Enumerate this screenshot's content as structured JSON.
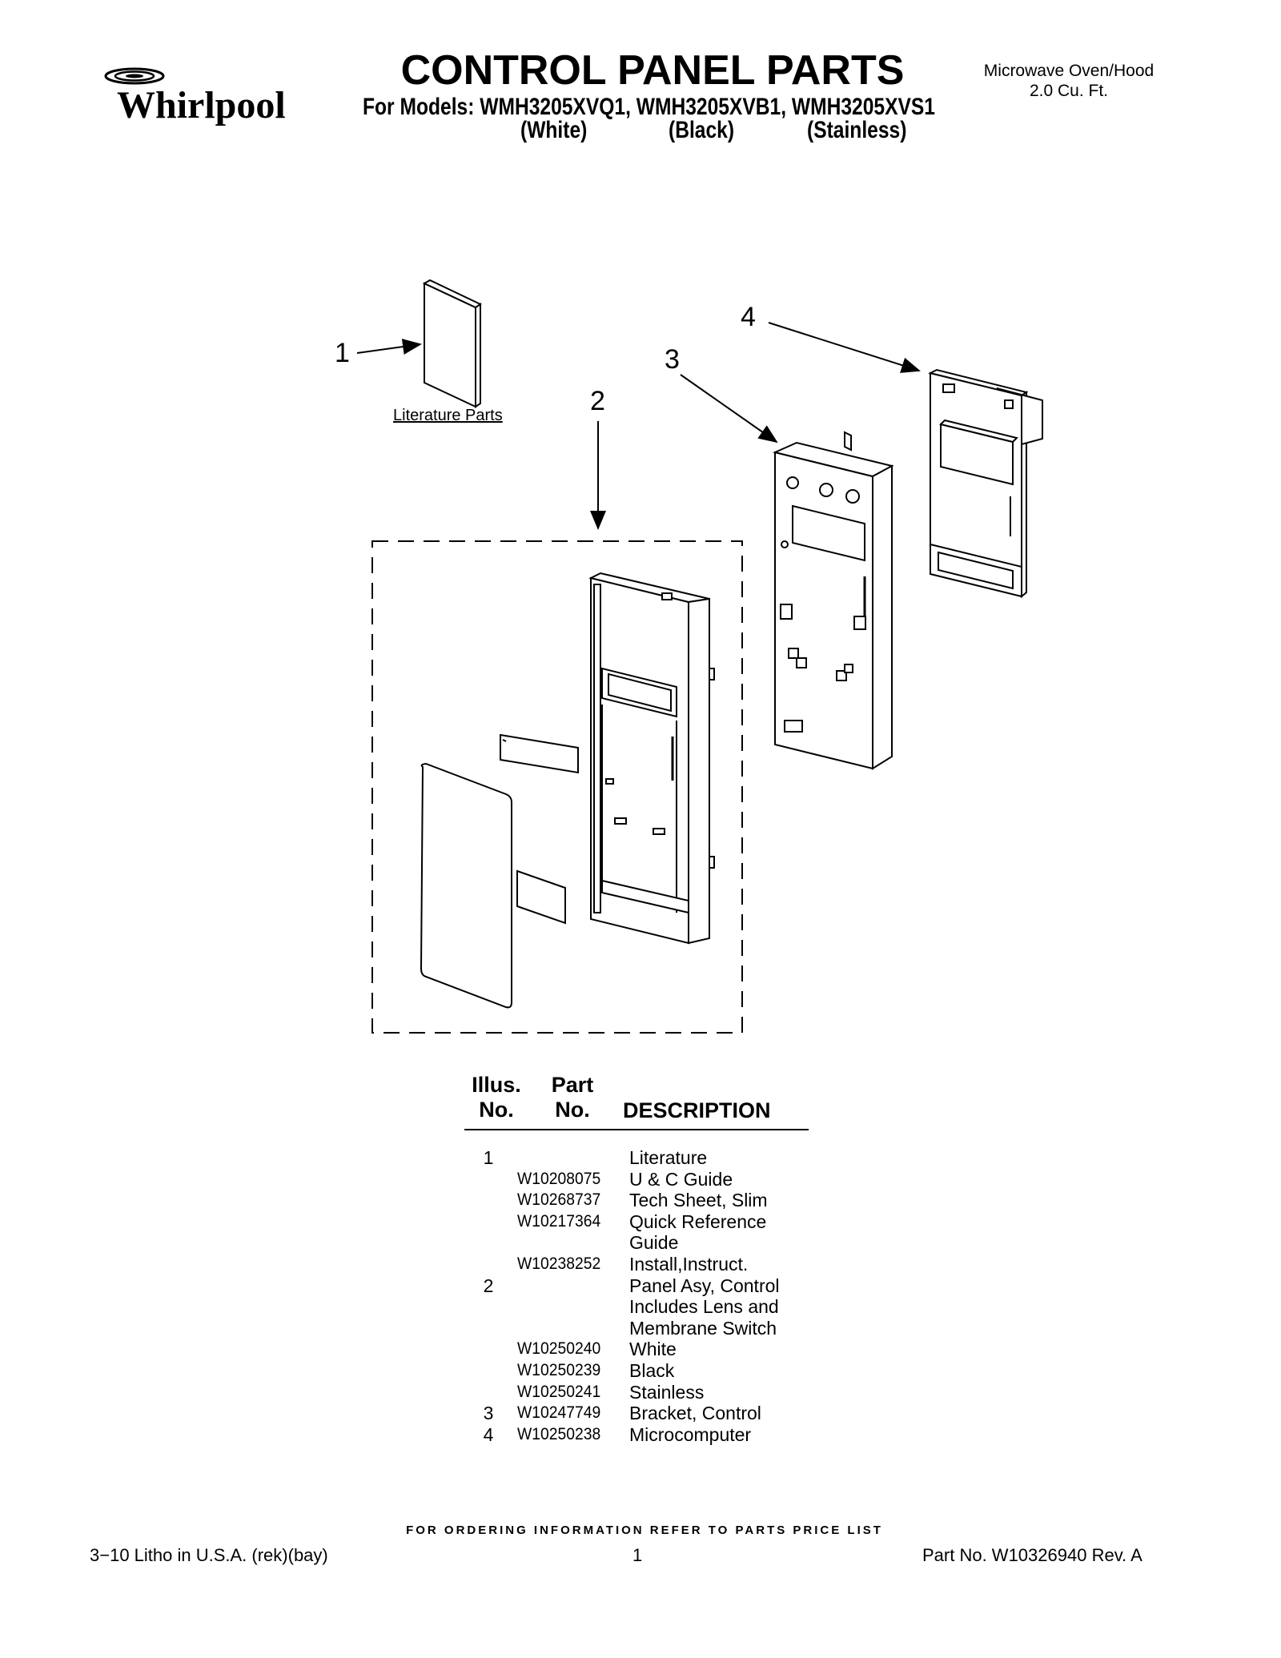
{
  "brand": {
    "name": "Whirlpool"
  },
  "header": {
    "title": "CONTROL PANEL PARTS",
    "models_line": "For Models: WMH3205XVQ1, WMH3205XVB1, WMH3205XVS1",
    "variants": [
      "(White)",
      "(Black)",
      "(Stainless)"
    ],
    "product": "Microwave Oven/Hood",
    "capacity": "2.0 Cu. Ft."
  },
  "diagram": {
    "callouts": [
      "1",
      "2",
      "3",
      "4"
    ],
    "literature_label": "Literature Parts"
  },
  "table": {
    "headers": {
      "illus": "Illus.",
      "illus_no": "No.",
      "part": "Part",
      "part_no": "No.",
      "description": "DESCRIPTION"
    },
    "rows": [
      {
        "num": "1",
        "part": "",
        "desc": "Literature"
      },
      {
        "num": "",
        "part": "W10208075",
        "desc": "U & C Guide"
      },
      {
        "num": "",
        "part": "W10268737",
        "desc": "Tech Sheet, Slim"
      },
      {
        "num": "",
        "part": "W10217364",
        "desc": "Quick Reference"
      },
      {
        "num": "",
        "part": "",
        "desc": "Guide"
      },
      {
        "num": "",
        "part": "W10238252",
        "desc": "Install,Instruct."
      },
      {
        "num": "2",
        "part": "",
        "desc": "Panel Asy, Control"
      },
      {
        "num": "",
        "part": "",
        "desc": "Includes Lens and"
      },
      {
        "num": "",
        "part": "",
        "desc": "Membrane Switch"
      },
      {
        "num": "",
        "part": "W10250240",
        "desc": "White"
      },
      {
        "num": "",
        "part": "W10250239",
        "desc": "Black"
      },
      {
        "num": "",
        "part": "W10250241",
        "desc": "Stainless"
      },
      {
        "num": "3",
        "part": "W10247749",
        "desc": "Bracket, Control"
      },
      {
        "num": "4",
        "part": "W10250238",
        "desc": "Microcomputer"
      }
    ]
  },
  "footer": {
    "ordering_note": "FOR ORDERING INFORMATION REFER TO PARTS PRICE LIST",
    "litho": "3−10 Litho in U.S.A. (rek)(bay)",
    "page_number": "1",
    "part_number": "Part No. W10326940 Rev. A"
  }
}
